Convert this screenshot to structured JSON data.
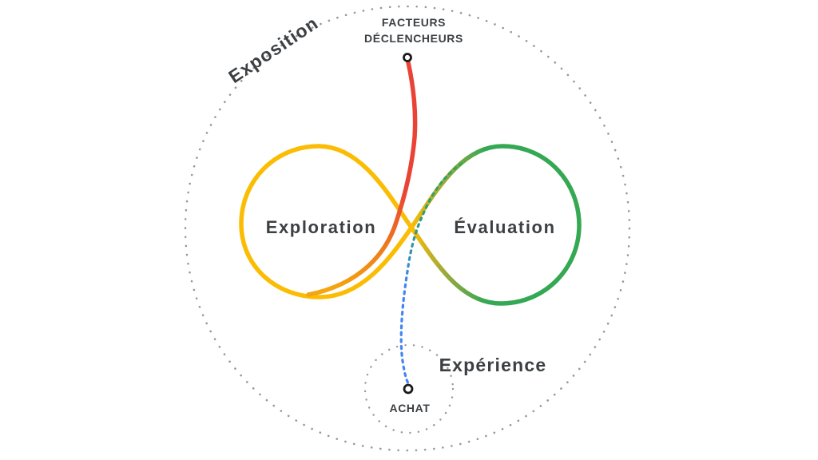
{
  "diagram": {
    "outer_zone_label": "Exposition",
    "trigger_label_line1": "FACTEURS",
    "trigger_label_line2": "DÉCLENCHEURS",
    "left_loop_label": "Exploration",
    "right_loop_label": "Évaluation",
    "inner_zone_label": "Expérience",
    "purchase_label": "ACHAT"
  },
  "colors": {
    "exploration_yellow": "#FBBC04",
    "evaluation_green": "#34A853",
    "trigger_red": "#EA4335",
    "purchase_blue": "#4285F4",
    "text_dark": "#3C4043",
    "dotted_gray": "#95989D",
    "point_ring_black": "#1A1A1A"
  }
}
